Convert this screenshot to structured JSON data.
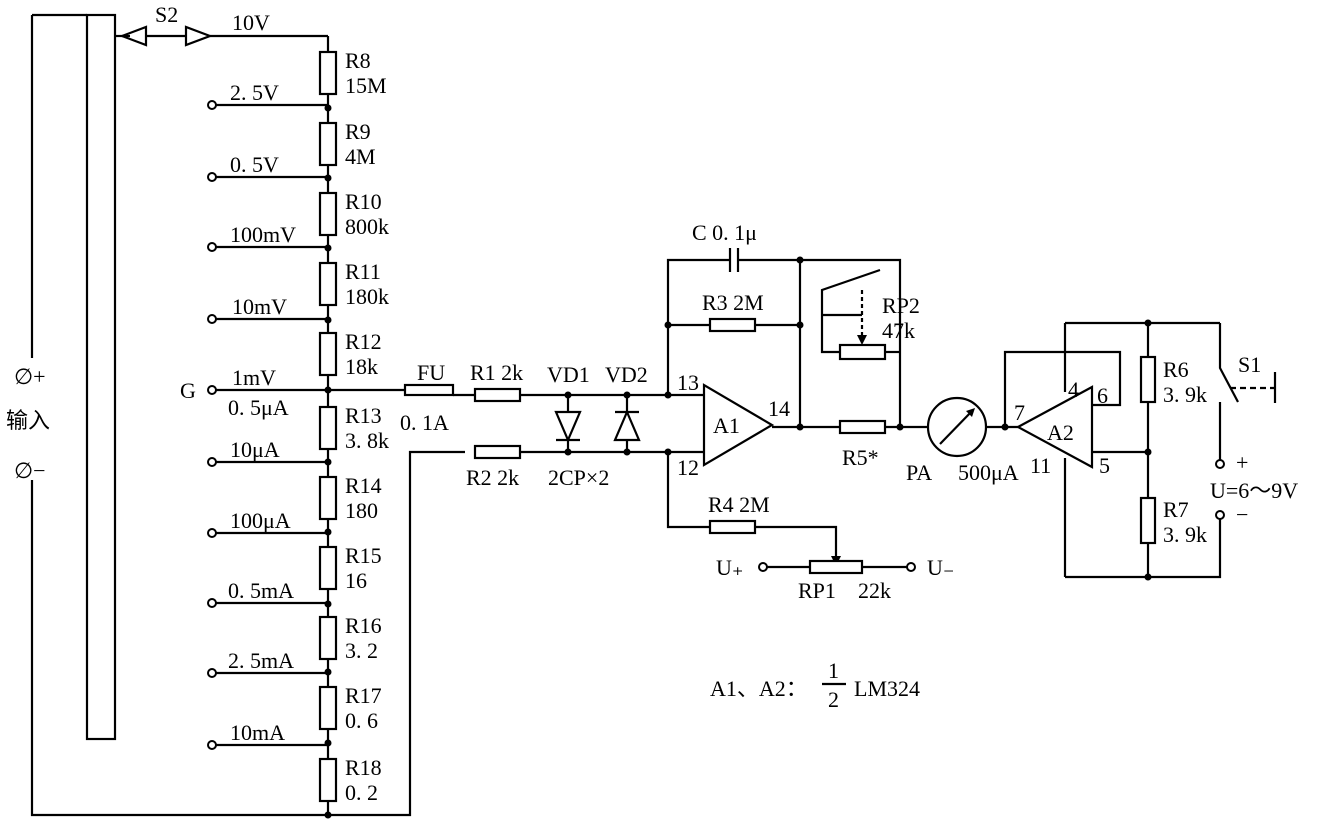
{
  "switch_s2": "S2",
  "input": {
    "plus": "∅+",
    "label": "输入",
    "minus": "∅−"
  },
  "ground": "G",
  "ranges": {
    "v10": "10V",
    "v2_5": "2. 5V",
    "v0_5": "0. 5V",
    "mv100": "100mV",
    "mv10": "10mV",
    "mv1": "1mV",
    "ua0_5": "0. 5μA",
    "ua10": "10μA",
    "ua100": "100μA",
    "ma0_5": "0. 5mA",
    "ma2_5": "2. 5mA",
    "ma10": "10mA"
  },
  "divider": [
    {
      "name": "R8",
      "value": "15M"
    },
    {
      "name": "R9",
      "value": "4M"
    },
    {
      "name": "R10",
      "value": "800k"
    },
    {
      "name": "R11",
      "value": "180k"
    },
    {
      "name": "R12",
      "value": "18k"
    },
    {
      "name": "R13",
      "value": "3. 8k"
    },
    {
      "name": "R14",
      "value": "180"
    },
    {
      "name": "R15",
      "value": "16"
    },
    {
      "name": "R16",
      "value": "3. 2"
    },
    {
      "name": "R17",
      "value": "0. 6"
    },
    {
      "name": "R18",
      "value": "0. 2"
    }
  ],
  "fuse": {
    "name": "FU",
    "value": "0. 1A"
  },
  "r1": "R1  2k",
  "r2": "R2  2k",
  "vd1": "VD1",
  "vd2": "VD2",
  "diode_note": "2CP×2",
  "cap": "C  0. 1μ",
  "r3": "R3  2M",
  "r4": "R4  2M",
  "rp2": {
    "name": "RP2",
    "value": "47k"
  },
  "rp1": {
    "name": "RP1",
    "value": "22k"
  },
  "r5": "R5*",
  "u_plus": "U₊",
  "u_minus": "U₋",
  "a1": {
    "name": "A1",
    "pin13": "13",
    "pin12": "12",
    "pin14": "14"
  },
  "meter": {
    "name": "PA",
    "value": "500μA"
  },
  "a2": {
    "name": "A2",
    "pin7": "7",
    "pin4": "4",
    "pin6": "6",
    "pin11": "11",
    "pin5": "5"
  },
  "r6": {
    "name": "R6",
    "value": "3. 9k"
  },
  "r7": {
    "name": "R7",
    "value": "3. 9k"
  },
  "s1": "S1",
  "supply": {
    "plus": "+",
    "minus": "−",
    "label": "U=6～9V"
  },
  "note": {
    "prefix": "A1、A2：",
    "num": "1",
    "den": "2",
    "part": "LM324"
  }
}
